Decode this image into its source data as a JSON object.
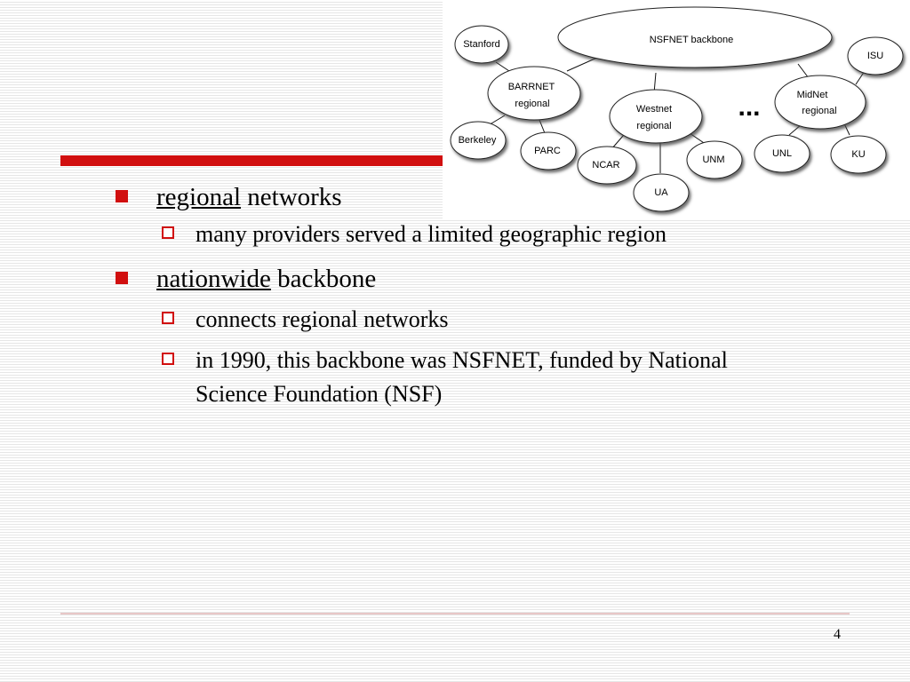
{
  "bullets": {
    "b1": {
      "term": "regional",
      "rest": " networks"
    },
    "b1_sub": [
      "many providers served a limited geographic region"
    ],
    "b2": {
      "term": "nationwide",
      "rest": " backbone"
    },
    "b2_sub": [
      "connects regional networks",
      "in 1990, this backbone was NSFNET, funded by National Science Foundation (NSF)"
    ]
  },
  "diagram": {
    "backbone": "NSFNET backbone",
    "barrnet": [
      "BARRNET",
      "regional"
    ],
    "westnet": [
      "Westnet",
      "regional"
    ],
    "midnet": [
      "MidNet",
      "regional"
    ],
    "leaves": {
      "stanford": "Stanford",
      "berkeley": "Berkeley",
      "parc": "PARC",
      "ncar": "NCAR",
      "ua": "UA",
      "unm": "UNM",
      "isu": "ISU",
      "unl": "UNL",
      "ku": "KU"
    },
    "ellipsis": "..."
  },
  "footer": {
    "page_number": "4"
  }
}
